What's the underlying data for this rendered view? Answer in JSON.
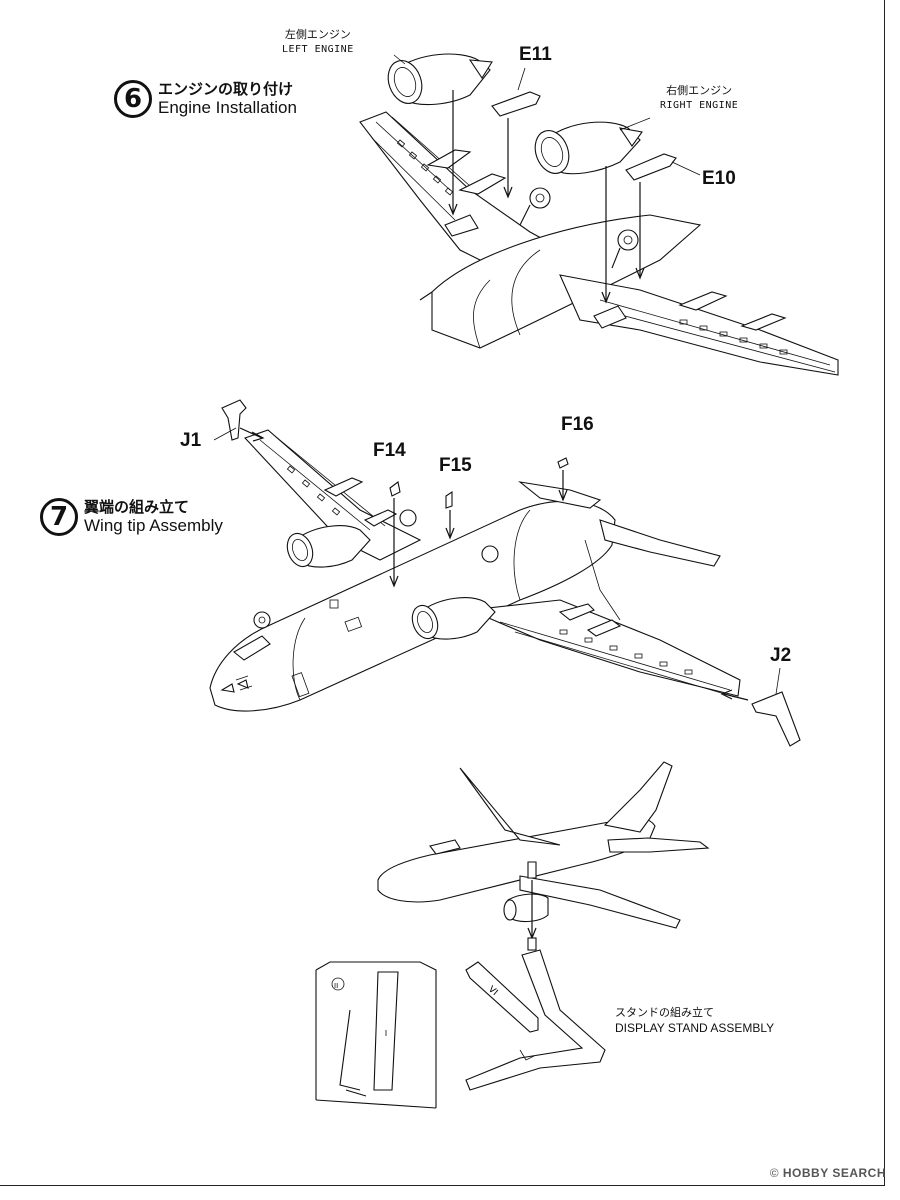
{
  "steps": [
    {
      "number": "6",
      "title_jp": "エンジンの取り付け",
      "title_en": "Engine Installation"
    },
    {
      "number": "7",
      "title_jp": "翼端の組み立て",
      "title_en": "Wing tip Assembly"
    }
  ],
  "engines": {
    "left_jp": "左側エンジン",
    "left_en": "LEFT ENGINE",
    "right_jp": "右側エンジン",
    "right_en": "RIGHT ENGINE"
  },
  "parts": {
    "e11": "E11",
    "e10": "E10",
    "j1": "J1",
    "j2": "J2",
    "f14": "F14",
    "f15": "F15",
    "f16": "F16"
  },
  "stand": {
    "title_jp": "スタンドの組み立て",
    "title_en": "DISPLAY STAND ASSEMBLY"
  },
  "watermark": {
    "copyright": "©",
    "brand": "HOBBY SEARCH"
  }
}
